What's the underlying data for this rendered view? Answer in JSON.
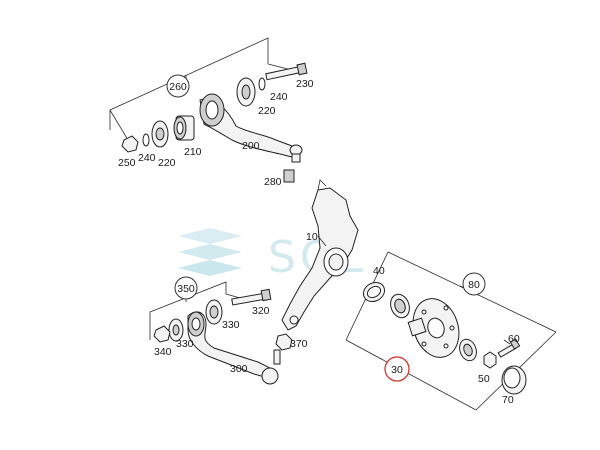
{
  "watermark": {
    "text": "SOL"
  },
  "callouts": {
    "c260": "260",
    "c350": "350",
    "c80": "80",
    "c30": "30"
  },
  "labels": {
    "l230": "230",
    "l240a": "240",
    "l220a": "220",
    "l250": "250",
    "l240b": "240",
    "l220b": "220",
    "l210": "210",
    "l200": "200",
    "l280": "280",
    "l10": "10",
    "l40": "40",
    "l320": "320",
    "l330a": "330",
    "l340": "340",
    "l330b": "330",
    "l370": "370",
    "l300": "300",
    "l60": "60",
    "l50": "50",
    "l70": "70"
  },
  "colors": {
    "highlight_circle": "#d9342b",
    "watermark": "#bfe0e8"
  }
}
